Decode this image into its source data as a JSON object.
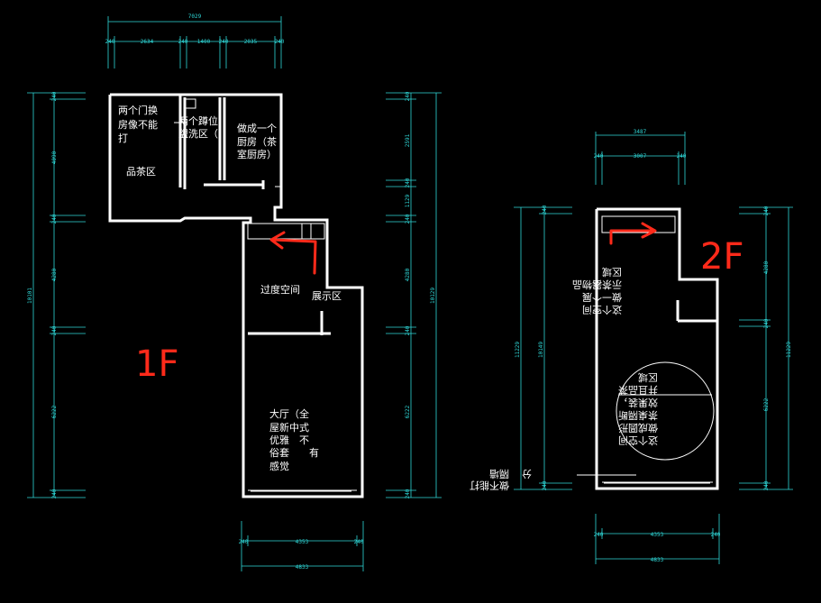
{
  "colors": {
    "background": "#000000",
    "walls": "#ffffff",
    "dimensions": "#2fd8d8",
    "markup": "#ff2a1a"
  },
  "floor1": {
    "label": "1F",
    "top_dims": {
      "total": "7029",
      "segments": [
        "240",
        "2634",
        "240",
        "1400",
        "240",
        "2035",
        "240"
      ]
    },
    "left_dims": {
      "total": "10101",
      "segments": [
        "240",
        "4090",
        "240",
        "4280",
        "240",
        "6222",
        "240"
      ]
    },
    "right_dims": {
      "total": "10129",
      "segments": [
        "240",
        "2591",
        "240",
        "1129",
        "240",
        "4280",
        "240",
        "6222",
        "240"
      ]
    },
    "bottom_dims": {
      "total": "4833",
      "segments": [
        "240",
        "4353",
        "240"
      ]
    },
    "notes": {
      "tea_note": [
        "两个门换",
        "房像不能",
        "打"
      ],
      "tea_room": "品茶区",
      "wash_note": [
        "两个蹲位",
        "盥洗区（"
      ],
      "kitchen_note": [
        "做成一个",
        "厨房（茶",
        "室厨房）"
      ],
      "transition": "过度空间",
      "display": "展示区",
      "hall_note": [
        "大厅（全",
        "屋新中式",
        "优雅　不",
        "俗套　　有",
        "感觉"
      ]
    }
  },
  "floor2": {
    "label": "2F",
    "top_dims": {
      "total": "3487",
      "segments": [
        "240",
        "3007",
        "240"
      ]
    },
    "left_dims": {
      "outer": "11229",
      "inner": "10149",
      "segments": [
        "240",
        "240"
      ]
    },
    "right_dims": {
      "total": "11229",
      "segments": [
        "240",
        "4280",
        "240",
        "6222",
        "240"
      ]
    },
    "bottom_dims": {
      "total": "4833",
      "segments": [
        "240",
        "4353",
        "240"
      ]
    },
    "notes": {
      "upper_note": [
        "这个空间",
        "做一个展",
        "示茶器物品",
        "区域"
      ],
      "circle_note": [
        "这个空间",
        "做成圆形",
        "茶桌隔断",
        "效果装，",
        "并且品茶",
        "区域"
      ],
      "bottom_note": [
        "做不能打",
        "隔墙",
        "分"
      ]
    }
  }
}
